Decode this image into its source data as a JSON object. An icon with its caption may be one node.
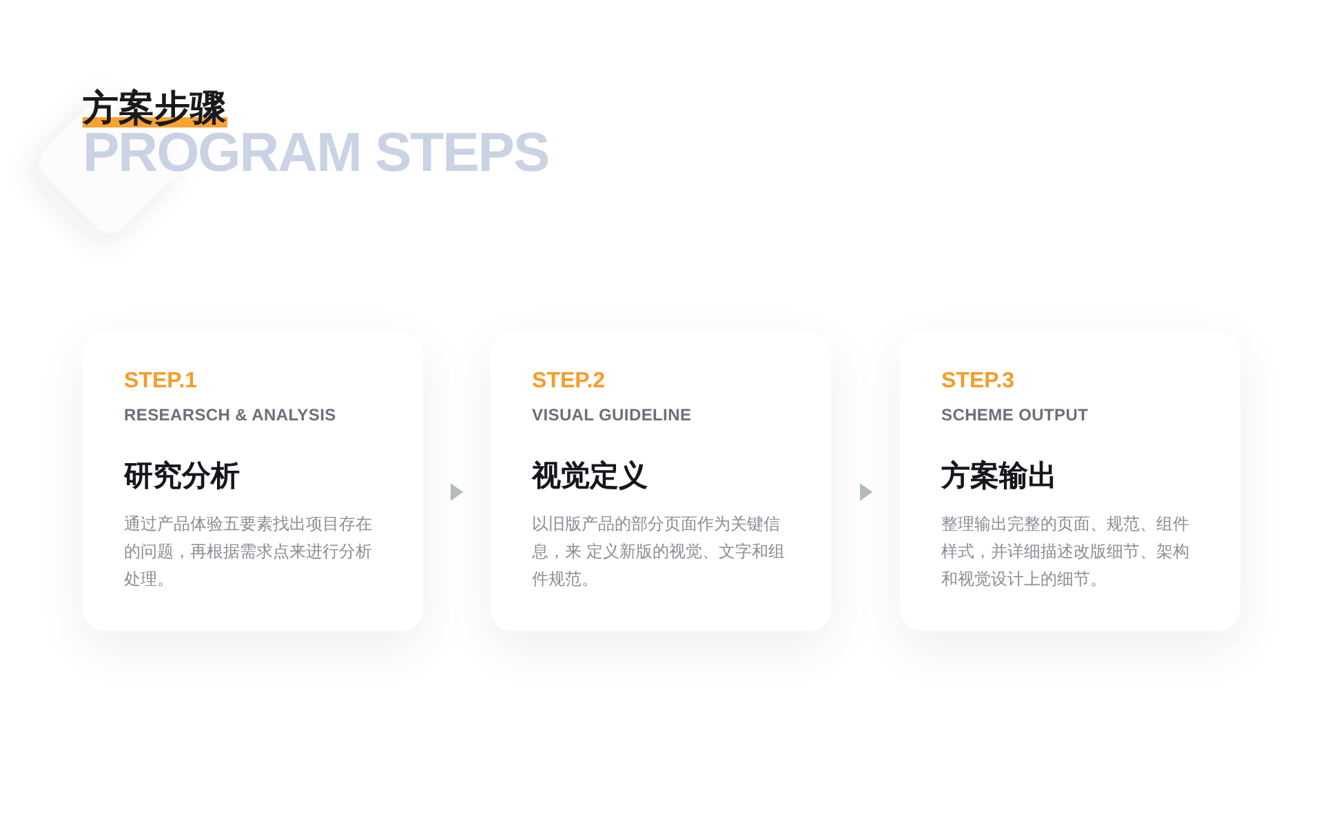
{
  "diagram": {
    "title": "方案步骤",
    "nodes": [
      {
        "text": [
          "STEP.1",
          "RESEARSCH & ANALYSIS",
          "研究分析",
          "通过产品体验五要素找出项目存在的问题，再根据需求点来进行分析处理。"
        ]
      },
      {
        "text": [
          "STEP.2",
          "VISUAL GUIDELINE",
          "视觉定义",
          "以旧版产品的部分页面作为关键信息，来 定义新版的视觉、文字和组件规范。"
        ]
      },
      {
        "text": [
          "STEP.3",
          "SCHEME OUTPUT",
          "方案输出",
          "整理输出完整的页面、规范、组件样式，并详细描述改版细节、架构和视觉设计上的细节。"
        ]
      }
    ],
    "edges": [
      {
        "from": 0,
        "to": 1,
        "arrow": "to"
      },
      {
        "from": 1,
        "to": 2,
        "arrow": "to"
      }
    ],
    "labels": [
      "PROGRAM STEPS"
    ]
  }
}
